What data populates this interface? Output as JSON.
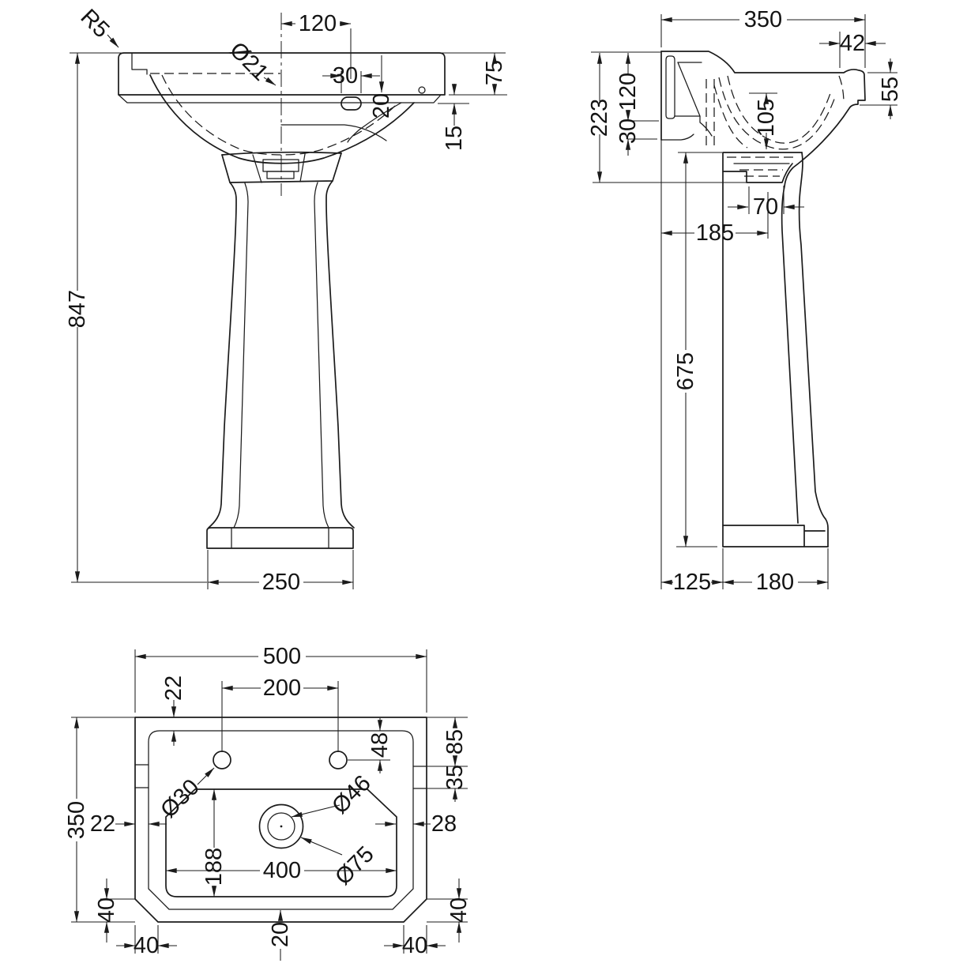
{
  "page": {
    "background": "#ffffff",
    "line_color": "#1b1b1b",
    "description": "Dimensioned engineering drawing of a pedestal wash basin: front view, side view and plan view"
  },
  "views": {
    "front": {
      "labels": {
        "corner_radius": "R5",
        "tap_hole_dia": "Ø21",
        "slot_offset": "120",
        "slot_width": "30",
        "slot_depth": "20",
        "rim_height": "75",
        "lip_height": "15",
        "total_height": "847",
        "base_width": "250"
      }
    },
    "side": {
      "labels": {
        "overall_depth": "350",
        "front_rim": "42",
        "rim_side_height": "55",
        "back_depth": "223",
        "fixing_120": "120",
        "fixing_30": "30",
        "bowl_depth": "105",
        "outlet_width": "70",
        "outlet_distance": "185",
        "pedestal_height": "675",
        "wall_gap": "125",
        "base_depth": "180"
      }
    },
    "plan": {
      "labels": {
        "overall_width": "500",
        "rim_top": "22",
        "tap_centres": "200",
        "tap_setback": "48",
        "edge_85": "85",
        "edge_35": "35",
        "tap_dia": "Ø30",
        "waste_inner_dia": "Ø46",
        "waste_outer_dia": "Ø75",
        "left_rim": "22",
        "right_rim": "28",
        "bowl_depth": "188",
        "bowl_width": "400",
        "overall_depth": "350",
        "chamfer_left_v": "40",
        "chamfer_left_h": "40",
        "front_rim": "20",
        "chamfer_right_v": "40",
        "chamfer_right_h": "40"
      }
    }
  }
}
